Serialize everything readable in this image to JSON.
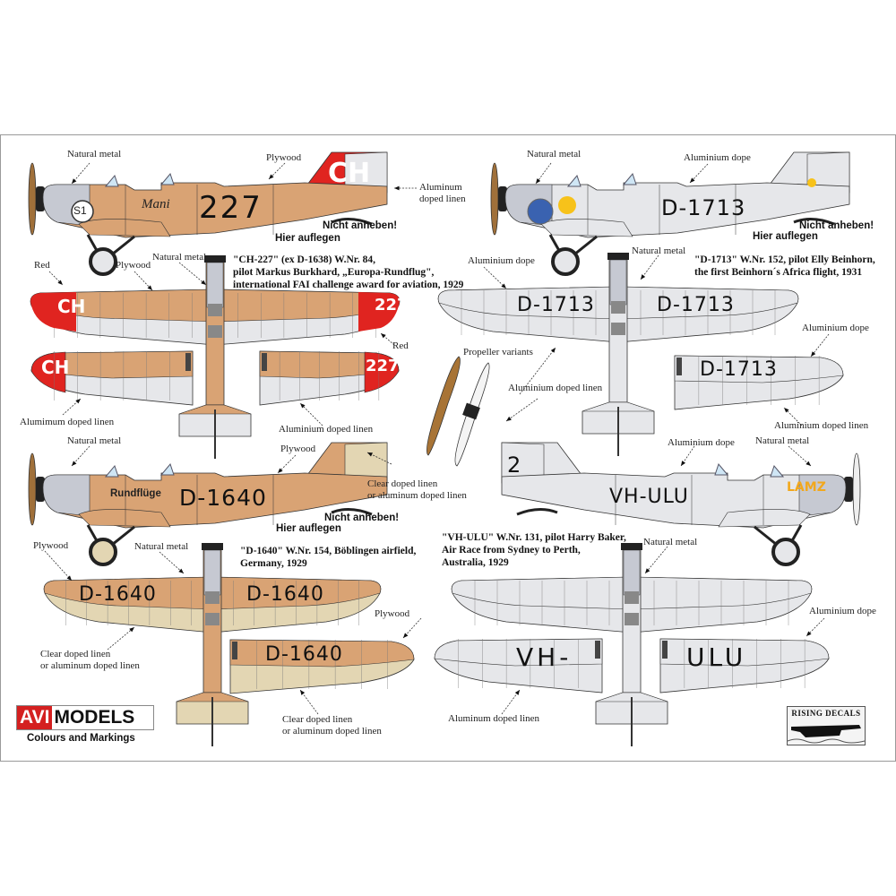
{
  "colors": {
    "plywood": "#d9a374",
    "red": "#e02420",
    "aluminium": "#e6e7ea",
    "metal": "#c6c9d2",
    "clear_linen": "#e3d6b3",
    "line": "#333333"
  },
  "aircraft": [
    {
      "registration": "CH-227",
      "side": {
        "fin": "CH",
        "number": "227",
        "roundel": "S1",
        "script": "Mani"
      },
      "wing_marks": {
        "left": "CH",
        "right": "227"
      },
      "caption": "\"CH-227\" (ex D-1638) W.Nr. 84,\npilot Markus Burkhard, „Europa-Rundflug\",\ninternational FAI challenge award for aviation, 1929",
      "callouts": [
        "Natural metal",
        "Plywood",
        "Aluminum\ndoped linen",
        "Red",
        "Plywood",
        "Natural metal",
        "Red",
        "Alumimum doped linen",
        "Aluminium doped linen"
      ]
    },
    {
      "registration": "D-1713",
      "side": {
        "number": "D-1713"
      },
      "wing_marks": {
        "upper_left": "D-1713",
        "upper_right": "D-1713",
        "lower": "D-1713"
      },
      "caption": "\"D-1713\" W.Nr. 152, pilot Elly Beinhorn,\nthe first Beinhorn´s Africa flight, 1931",
      "callouts": [
        "Natural metal",
        "Aluminium dope",
        "Aluminium dope",
        "Natural metal",
        "Aluminium dope",
        "Aluminium doped linen",
        "Aluminium doped linen"
      ]
    },
    {
      "registration": "D-1640",
      "side": {
        "number": "D-1640",
        "script": "Rundflüge"
      },
      "wing_marks": {
        "upper_left": "D-1640",
        "upper_right": "D-1640",
        "lower": "D-1640"
      },
      "caption": "\"D-1640\" W.Nr. 154, Böblingen airfield,\nGermany, 1929",
      "callouts": [
        "Natural metal",
        "Plywood",
        "Clear doped linen\nor aluminum doped linen",
        "Plywood",
        "Natural metal",
        "Clear doped linen\nor aluminum doped linen",
        "Plywood",
        "Clear doped linen\nor aluminum doped linen"
      ]
    },
    {
      "registration": "VH-ULU",
      "side": {
        "number": "VH-ULU",
        "fin": "2"
      },
      "wing_marks": {
        "lower_left": "VH-",
        "lower_right": "ULU"
      },
      "caption": "\"VH-ULU\" W.Nr. 131, pilot Harry Baker,\nAir Race from Sydney to Perth,\nAustralia, 1929",
      "callouts": [
        "Aluminium dope",
        "Natural metal",
        "Natural metal",
        "Aluminium dope",
        "Aluminum doped linen"
      ]
    }
  ],
  "stencils": {
    "no_lift": "Nicht anheben!",
    "lift_here": "Hier auflegen"
  },
  "propellers": {
    "label": "Propeller variants"
  },
  "brand": {
    "avi": "AVI",
    "models": "MODELS",
    "subtitle": "Colours and Markings"
  },
  "decal_brand": "RISING DECALS"
}
